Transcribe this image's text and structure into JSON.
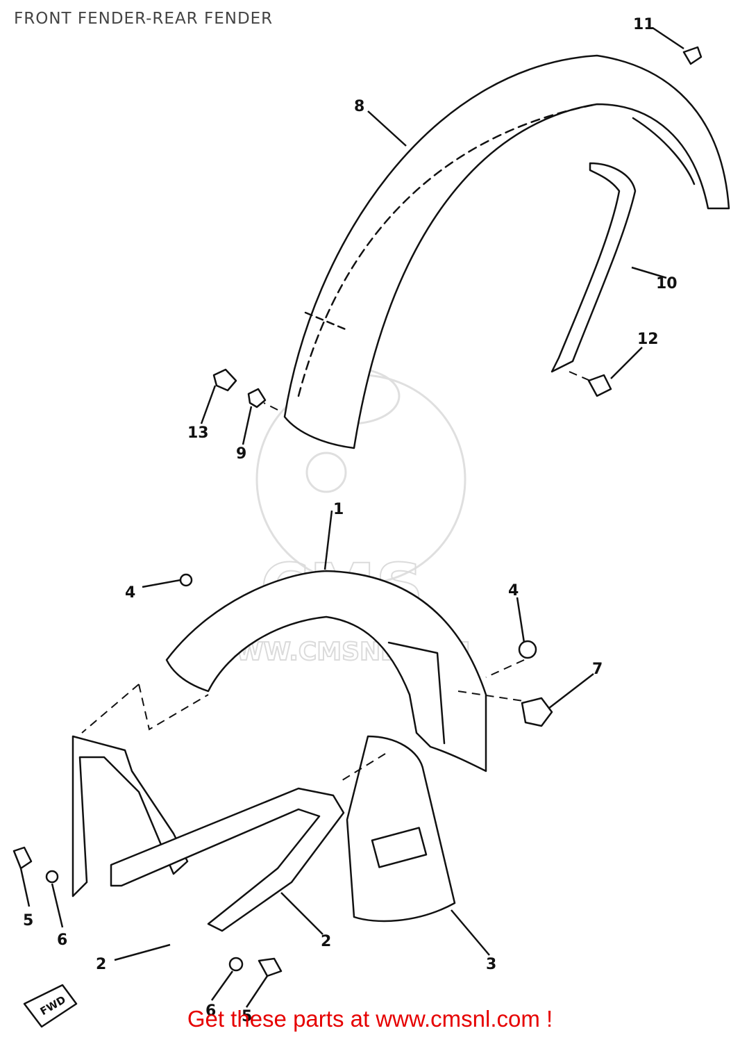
{
  "header": {
    "title": "FRONT FENDER-REAR FENDER"
  },
  "footer": {
    "text": "Get these parts at www.cmsnl.com !"
  },
  "watermark": {
    "brand": "CMS",
    "url": "WWW.CMSNL.COM"
  },
  "diagram": {
    "arrow_label": "FWD",
    "callouts": {
      "c1": "1",
      "c2a": "2",
      "c2b": "2",
      "c3": "3",
      "c4a": "4",
      "c4b": "4",
      "c5a": "5",
      "c5b": "5",
      "c6a": "6",
      "c6b": "6",
      "c7": "7",
      "c8": "8",
      "c9": "9",
      "c10": "10",
      "c11": "11",
      "c12": "12",
      "c13": "13"
    }
  }
}
